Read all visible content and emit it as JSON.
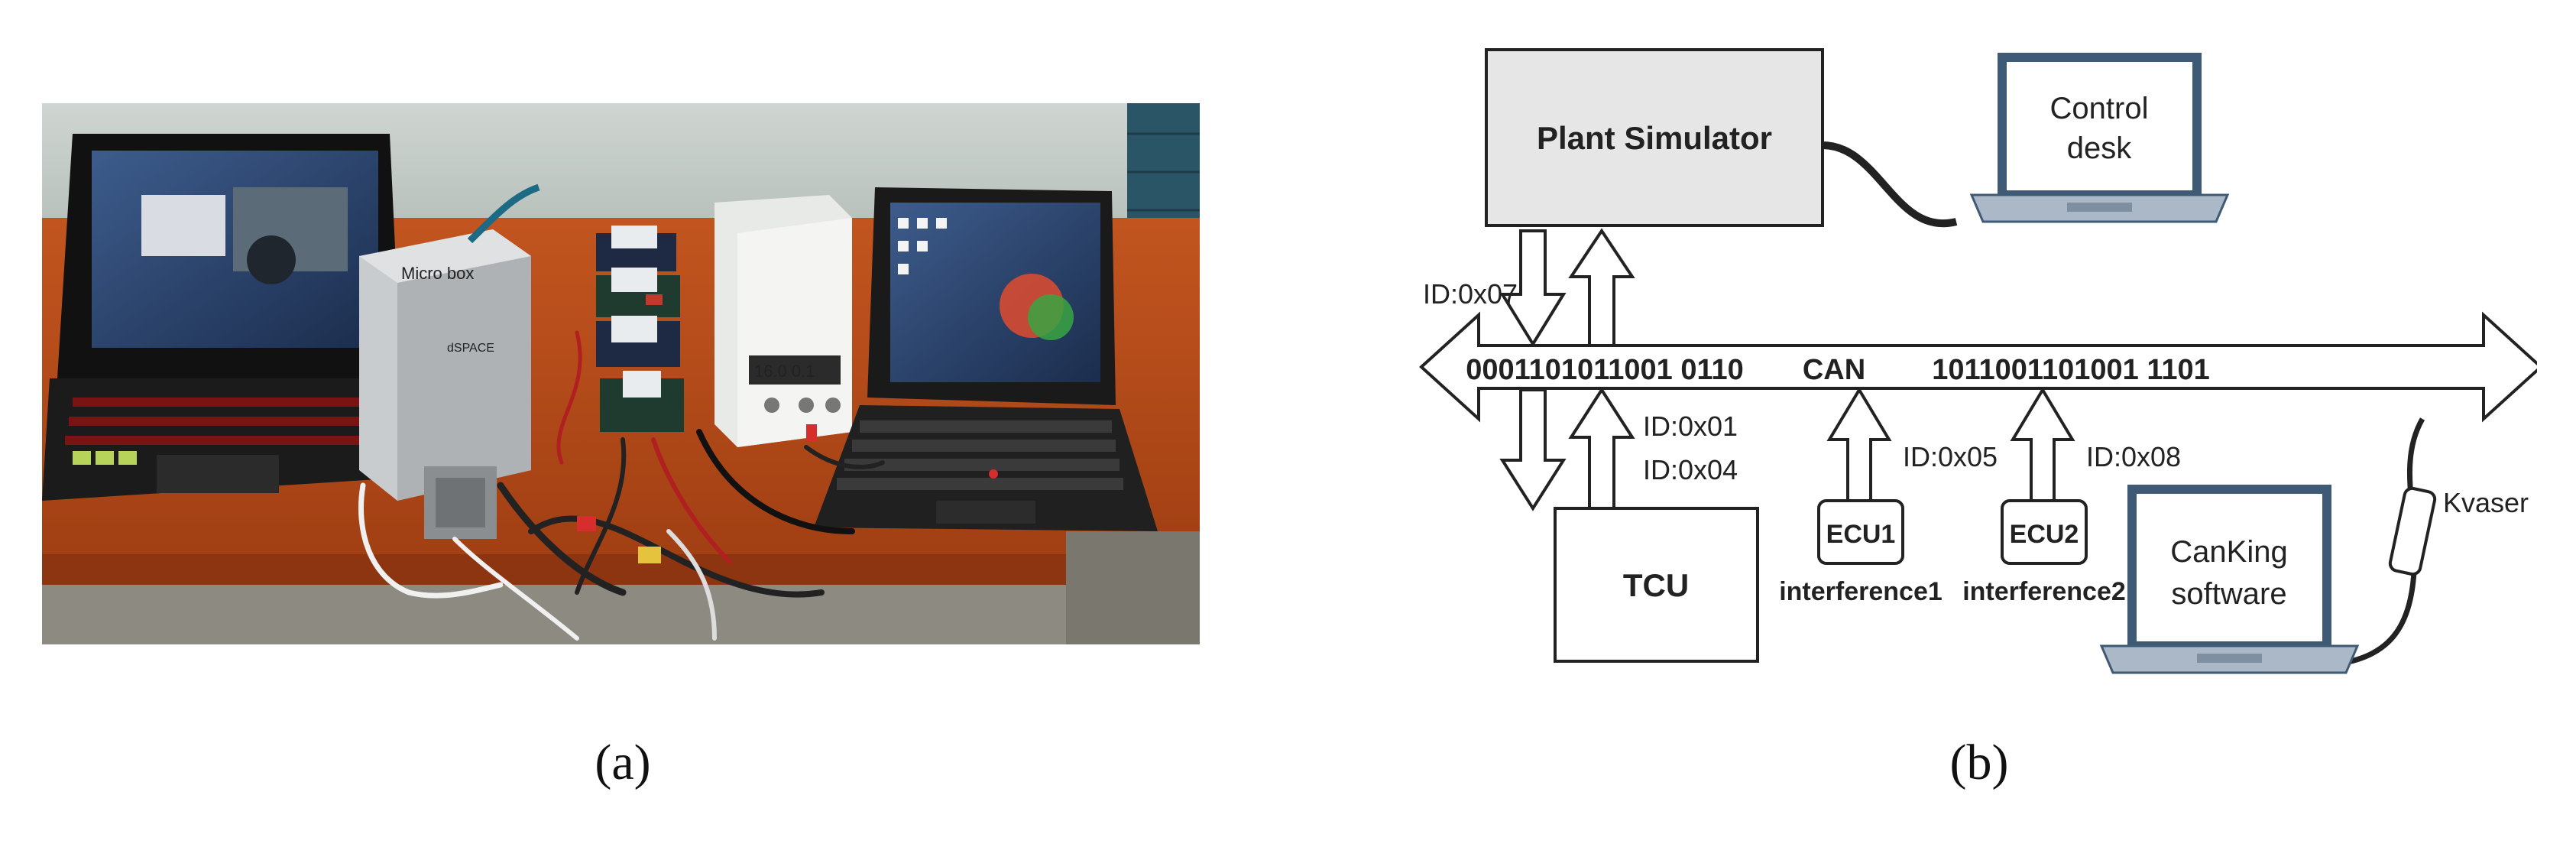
{
  "captions": {
    "a": "(a)",
    "b": "(b)"
  },
  "photo": {
    "box_logo_text": "Micro    box",
    "box_brand": "dSPACE",
    "psu_display": "16.0  0.1"
  },
  "diagram": {
    "plant_simulator": "Plant Simulator",
    "control_desk_line1": "Control",
    "control_desk_line2": "desk",
    "bus_bits_left": "0001101011001 0110",
    "bus_label": "CAN",
    "bus_bits_right": "1011001101001 1101",
    "id_plant": "ID:0x07",
    "id_tcu_1": "ID:0x01",
    "id_tcu_2": "ID:0x04",
    "id_ecu1": "ID:0x05",
    "id_ecu2": "ID:0x08",
    "tcu": "TCU",
    "ecu1": "ECU1",
    "ecu2": "ECU2",
    "interference1": "interference1",
    "interference2": "interference2",
    "canking_line1": "CanKing",
    "canking_line2": "software",
    "kvaser": "Kvaser"
  }
}
